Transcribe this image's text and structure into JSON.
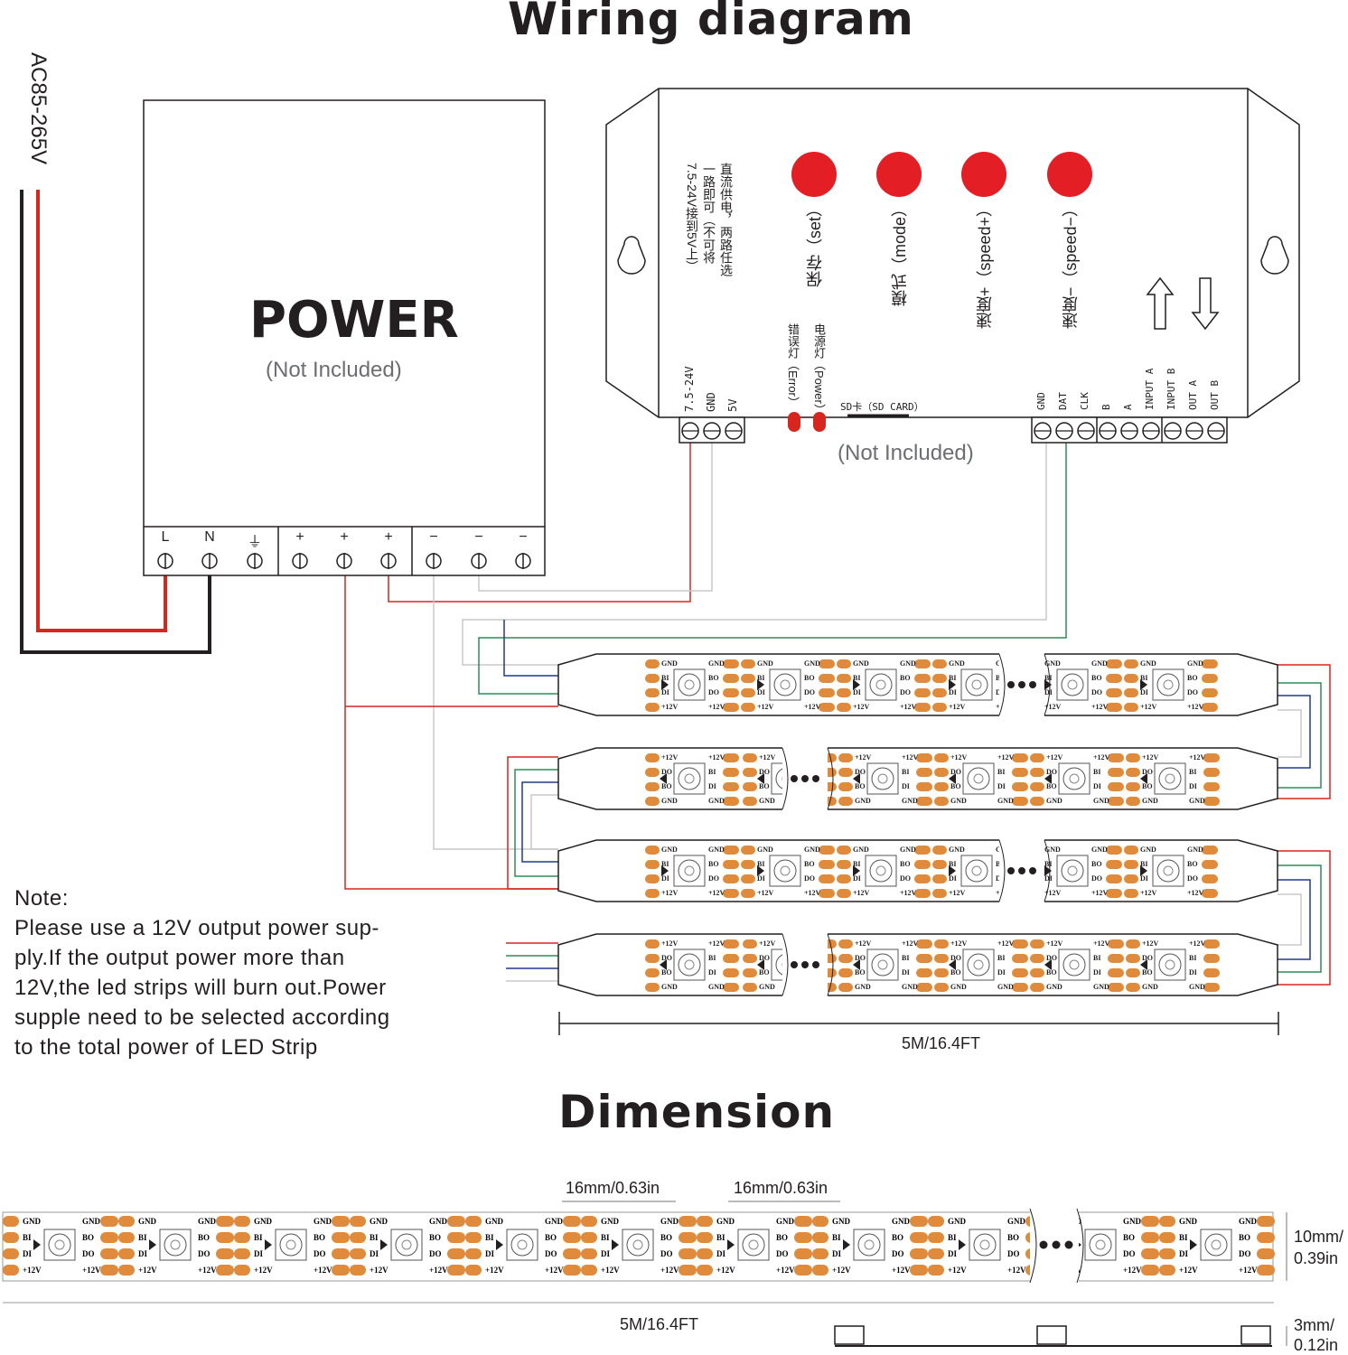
{
  "title": "Wiring diagram",
  "dimension_title": "Dimension",
  "ac_input": "AC85-265V",
  "power": {
    "label": "POWER",
    "note": "(Not Included)",
    "terminals": [
      "L",
      "N",
      "⏚",
      "+",
      "+",
      "+",
      "−",
      "−",
      "−"
    ]
  },
  "controller": {
    "dc_note": [
      "直流供电，两路任选",
      "一路即可（不可将",
      "7.5-24V接到5V上）"
    ],
    "buttons": [
      {
        "label": "保存（set）",
        "color": "#e31e24"
      },
      {
        "label": "模式（mode）",
        "color": "#e31e24"
      },
      {
        "label": "速度+（speed+）",
        "color": "#e31e24"
      },
      {
        "label": "速度−（speed−）",
        "color": "#e31e24"
      }
    ],
    "power_terminals": [
      "7.5-24V",
      "GND",
      "5V"
    ],
    "leds": [
      "错误灯（Error）",
      "电源灯（Power）"
    ],
    "sd_card": "SD卡（SD CARD）",
    "sd_note": "(Not Included)",
    "signal_terminals": [
      "GND",
      "DAT",
      "CLK",
      "B",
      "A",
      "INPUT A",
      "INPUT B",
      "OUT A",
      "OUT B"
    ]
  },
  "strip_pads": {
    "gnd": "GND",
    "bi": "BI",
    "di": "DI",
    "bo": "BO",
    "do": "DO",
    "v12": "+12V"
  },
  "strip_length": "5M/16.4FT",
  "note": {
    "heading": "Note:",
    "lines": [
      "Please use a 12V output power sup-",
      "ply.If the output power more than",
      "12V,the led strips will burn out.Power",
      "supple need to be selected according",
      "to the total power of LED Strip"
    ]
  },
  "dimension": {
    "pitch_1": "16mm/0.63in",
    "pitch_2": "16mm/0.63in",
    "length": "5M/16.4FT",
    "width_1": "10mm/",
    "width_2": "0.39in",
    "thickness_1": "3mm/",
    "thickness_2": "0.12in"
  },
  "colors": {
    "red": "#d7261e",
    "black": "#231f20",
    "gray": "#c8c8c8",
    "green": "#2e8b57",
    "blue": "#1f3c88",
    "pad": "#e08a3c",
    "button": "#e31e24"
  }
}
